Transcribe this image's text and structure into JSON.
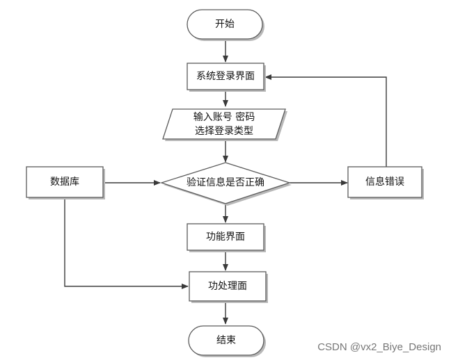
{
  "diagram": {
    "nodes": {
      "start": "开始",
      "login_page": "系统登录界面",
      "input_line1": "输入账号 密码",
      "input_line2": "选择登录类型",
      "database": "数据库",
      "verify": "验证信息是否正确",
      "error": "信息错误",
      "function_page": "功能界面",
      "process_page": "功处理面",
      "end": "结束"
    },
    "edges": [
      {
        "from": "start",
        "to": "login_page"
      },
      {
        "from": "login_page",
        "to": "input"
      },
      {
        "from": "input",
        "to": "verify"
      },
      {
        "from": "database",
        "to": "verify"
      },
      {
        "from": "verify",
        "to": "error"
      },
      {
        "from": "error",
        "to": "login_page"
      },
      {
        "from": "verify",
        "to": "function_page"
      },
      {
        "from": "function_page",
        "to": "process_page"
      },
      {
        "from": "database",
        "to": "process_page"
      },
      {
        "from": "process_page",
        "to": "end"
      }
    ]
  },
  "watermark": "CSDN @vx2_Biye_Design"
}
